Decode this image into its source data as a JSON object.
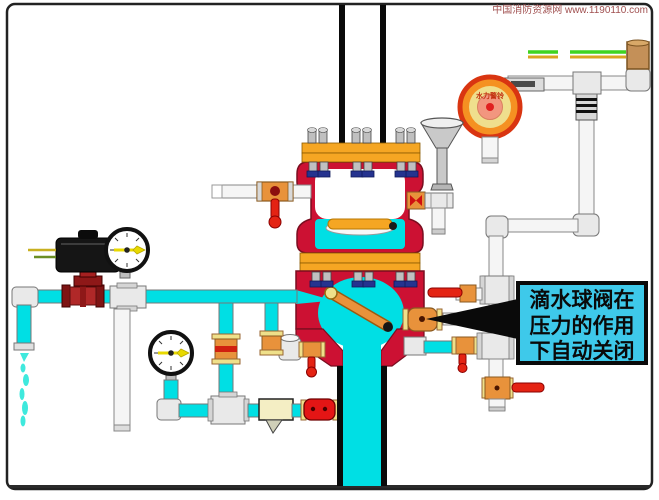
{
  "watermark": "中国消防资源网 www.1190110.com",
  "callout": {
    "lines": [
      "滴水球阀在",
      "压力的作用",
      "下自动关闭"
    ]
  },
  "alarm_bell_label": "水力警铃",
  "colors": {
    "water": "#00DFE4",
    "valve-red": "#CC1133",
    "flange-orange": "#F5A623",
    "brass": "#E8923B",
    "handle-red": "#E42313",
    "callout-bg": "#3EC9EA",
    "pipe-black": "#0A0A0A",
    "alarm-orange": "#F59122",
    "alarm-ring-red": "#D93511",
    "wire-green": "#3FD41F",
    "wire-yellow": "#D9A520",
    "solenoid-black": "#151515",
    "solenoid-base-red": "#8E1818"
  }
}
